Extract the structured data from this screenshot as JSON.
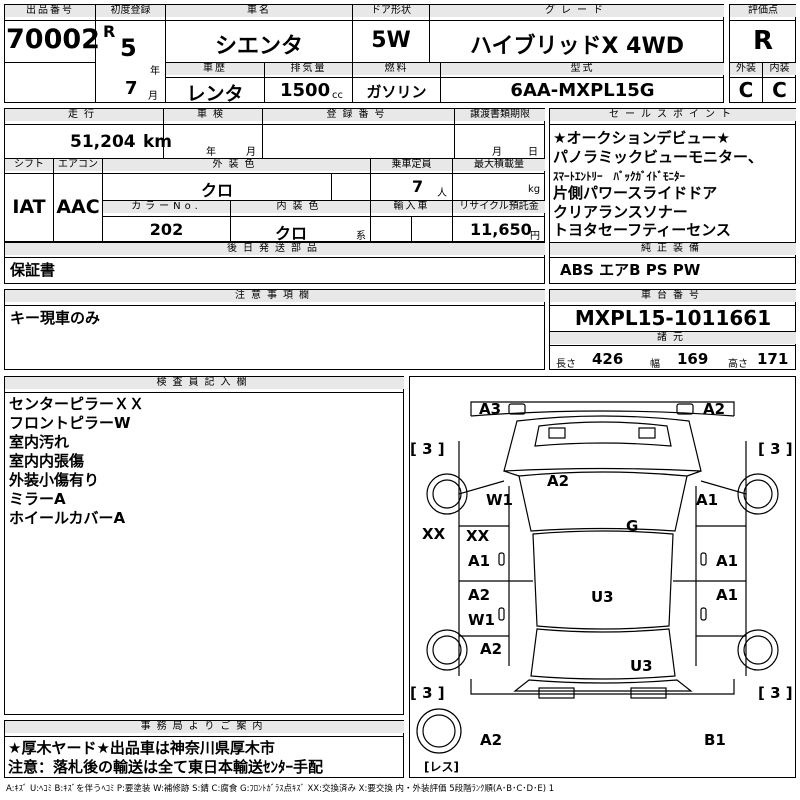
{
  "header_labels": {
    "lot_no": "出品番号",
    "first_reg": "初度登録",
    "model_name": "車名",
    "door": "ドア形状",
    "grade": "グレード",
    "rating": "評価点",
    "history": "車歴",
    "displacement": "排気量",
    "fuel": "燃料",
    "type": "型式",
    "exterior": "外装",
    "interior": "内装"
  },
  "header": {
    "lot_no": "70002",
    "era": "R",
    "year": "5",
    "year_unit": "年",
    "month": "7",
    "month_unit": "月",
    "model_name": "シエンタ",
    "door": "5W",
    "grade": "ハイブリッドX 4WD",
    "rating": "R",
    "history": "レンタ",
    "displacement": "1500",
    "displacement_unit": "cc",
    "fuel": "ガソリン",
    "type": "6AA-MXPL15G",
    "exterior_rating": "C",
    "interior_rating": "C"
  },
  "row2_labels": {
    "mileage": "走行",
    "inspection": "車検",
    "reg_no": "登録番号",
    "transfer": "譲渡書類期限",
    "shift": "シフト",
    "aircon": "エアコン",
    "ext_color": "外装色",
    "capacity": "乗車定員",
    "max_load": "最大積載量",
    "color_no": "カラーNo.",
    "int_color": "内装色",
    "import": "輸入車",
    "recycle": "リサイクル預託金",
    "sales_point": "セールスポイント",
    "later_parts": "後日発送部品",
    "equipment": "純正装備"
  },
  "row2": {
    "mileage": "51,204",
    "mileage_unit": "km",
    "insp_year_unit": "年",
    "insp_month_unit": "月",
    "transfer_month_unit": "月",
    "transfer_day_unit": "日",
    "shift": "IAT",
    "aircon": "AAC",
    "ext_color": "クロ",
    "capacity": "7",
    "capacity_unit": "人",
    "max_load_unit": "kg",
    "color_no": "202",
    "int_color": "クロ",
    "int_color_unit": "系",
    "recycle": "11,650",
    "recycle_unit": "円",
    "later_parts": "保証書",
    "equipment": "ABS エアB PS PW"
  },
  "sales_points": [
    "★オークションデビュー★",
    "パノラミックビューモニター、",
    "ｽﾏｰﾄｴﾝﾄﾘｰ　ﾊﾞｯｸｶﾞｲﾄﾞﾓﾆﾀｰ",
    "片側パワースライドドア",
    "クリアランスソナー",
    "トヨタセーフティーセンス"
  ],
  "notes_label": "注意事項欄",
  "notes": "キー現車のみ",
  "chassis_label": "車台番号",
  "chassis_no": "MXPL15-1011661",
  "specs_label": "諸元",
  "specs": {
    "length_label": "長さ",
    "length": "426",
    "width_label": "幅",
    "width": "169",
    "height_label": "高さ",
    "height": "171"
  },
  "inspector_label": "検査員記入欄",
  "inspector_notes": [
    "センターピラーＸＸ",
    "フロントピラーW",
    "室内汚れ",
    "室内内張傷",
    "外装小傷有り",
    "ミラーA",
    "ホイールカバーA"
  ],
  "diagram": {
    "marks": {
      "a3_top": "A3",
      "a2_top": "A2",
      "tire_tl": "[ 3 ]",
      "tire_tr": "[ 3 ]",
      "tire_bl": "[ 3 ]",
      "tire_br": "[ 3 ]",
      "hood": "A2",
      "w1_front_left": "W1",
      "a1_front_right": "A1",
      "xx_left_outside": "XX",
      "xx_left": "XX",
      "a1_left_door": "A1",
      "g_windshield": "G",
      "a1_right_door": "A1",
      "a2_left_rear": "A2",
      "w1_left_rear": "W1",
      "u3_roof": "U3",
      "a1_right_rear": "A1",
      "a2_left_back": "A2",
      "u3_back": "U3",
      "a2_bottom": "A2",
      "b1_bottom": "B1",
      "spare": "[レス]"
    }
  },
  "office_label": "事務局よりご案内",
  "office_notes": [
    "★厚木ヤード★出品車は神奈川県厚木市",
    "注意：落札後の輸送は全て東日本輸送ｾﾝﾀｰ手配"
  ],
  "legend": "A:ｷｽﾞ U:ﾍｺﾐ B:ｷｽﾞを伴うﾍｺﾐ P:要塗装 W:補修跡 S:錆 C:腐食 G:ﾌﾛﾝﾄｶﾞﾗｽ点ｷｽﾞ XX:交換済み X:要交換 内・外装評価 5段階ﾗﾝｸ順(A･B･C･D･E) 1"
}
